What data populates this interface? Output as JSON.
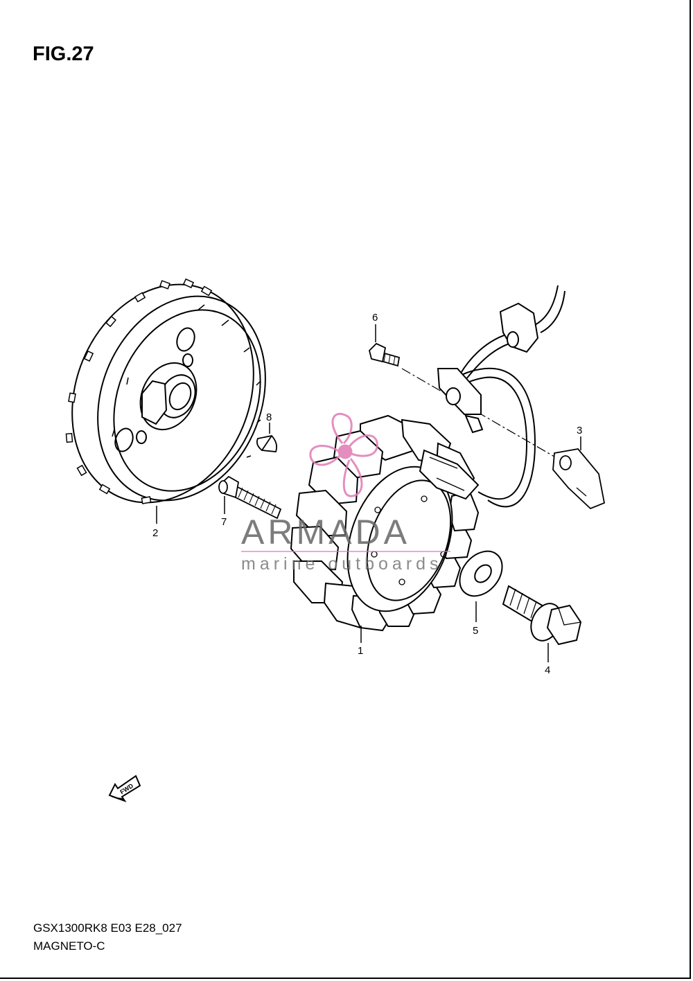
{
  "figure": {
    "title": "FIG.27",
    "code": "GSX1300RK8 E03 E28_027",
    "name": "MAGNETO-C"
  },
  "callouts": [
    "1",
    "2",
    "3",
    "4",
    "5",
    "6",
    "7",
    "8"
  ],
  "fwd_arrow_label": "FWD",
  "watermark": {
    "brand": "ARMADA",
    "tagline": "marine outboards",
    "logo_color": "#e07bb4",
    "text_color": "#666666"
  }
}
